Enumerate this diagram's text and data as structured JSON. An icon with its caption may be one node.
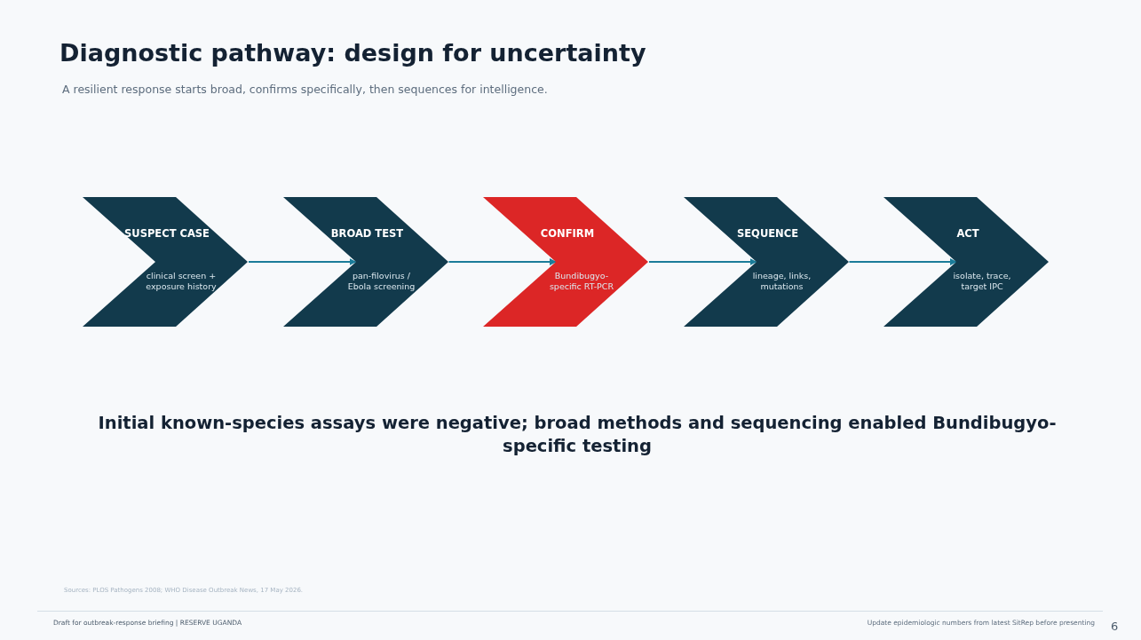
{
  "diagram": {
    "title": "Diagnostic pathway: design for uncertainty",
    "nodes": [
      {
        "text": [
          "SUSPECT CASE",
          "clinical screen + exposure history"
        ]
      },
      {
        "text": [
          "BROAD TEST",
          "pan-filovirus / Ebola screening"
        ]
      },
      {
        "text": [
          "CONFIRM",
          "Bundibugyo-specific RT-PCR"
        ]
      },
      {
        "text": [
          "SEQUENCE",
          "lineage, links, mutations"
        ]
      },
      {
        "text": [
          "ACT",
          "isolate, trace, target IPC"
        ]
      }
    ],
    "edges": [
      {
        "from": 0,
        "to": 1,
        "arrow": "to"
      },
      {
        "from": 1,
        "to": 2,
        "arrow": "to"
      },
      {
        "from": 2,
        "to": 3,
        "arrow": "to"
      },
      {
        "from": 3,
        "to": 4,
        "arrow": "to"
      }
    ],
    "labels": [
      "A resilient response starts broad, confirms specifically, then sequences for intelligence.",
      "Initial known-species assays were negative; broad methods and sequencing enabled Bundibugyo-specific testing",
      "Sources: PLOS Pathogens 2008; WHO Disease Outbreak News, 17 May 2026.",
      "Draft for outbreak-response briefing | RESERVE UGANDA",
      "Update epidemiologic numbers from latest SitRep before presenting",
      "6"
    ]
  }
}
